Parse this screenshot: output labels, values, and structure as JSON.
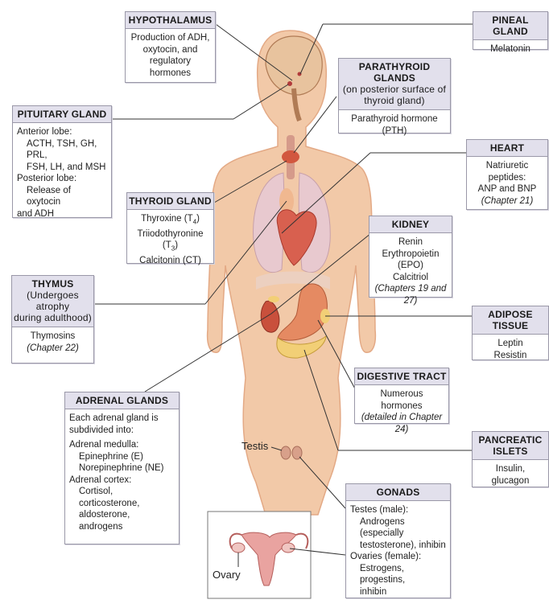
{
  "hypothalamus": {
    "title": "HYPOTHALAMUS",
    "lines": [
      "Production of ADH,",
      "oxytocin, and",
      "regulatory hormones"
    ]
  },
  "pineal": {
    "title": "PINEAL GLAND",
    "lines": [
      "Melatonin"
    ]
  },
  "parathyroid": {
    "title": "PARATHYROID GLANDS",
    "subtitle": [
      "(on posterior surface of",
      "thyroid gland)"
    ],
    "lines": [
      "Parathyroid hormone (PTH)"
    ]
  },
  "pituitary": {
    "title": "PITUITARY GLAND",
    "line1": "Anterior lobe:",
    "line2": "ACTH, TSH, GH, PRL,",
    "line3": "FSH, LH, and MSH",
    "line4": "Posterior lobe:",
    "line5": "Release of oxytocin",
    "line6": "and ADH"
  },
  "heart": {
    "title": "HEART",
    "line1": "Natriuretic peptides:",
    "line2": "ANP and BNP",
    "line3": "(Chapter 21)"
  },
  "thyroid": {
    "title": "THYROID GLAND",
    "t4_text": "Thyroxine (T",
    "t4_sub": "4",
    "t3_text": "Triiodothyronine (T",
    "t3_sub": "3",
    "close": ")",
    "line3": "Calcitonin (CT)"
  },
  "kidney": {
    "title": "KIDNEY",
    "line1": "Renin",
    "line2": "Erythropoietin (EPO)",
    "line3": "Calcitriol",
    "line4": "(Chapters 19 and 27)"
  },
  "thymus": {
    "title": "THYMUS",
    "subtitle": [
      "(Undergoes atrophy",
      "during adulthood)"
    ],
    "line1": "Thymosins",
    "line2": "(Chapter 22)"
  },
  "adipose": {
    "title": "ADIPOSE TISSUE",
    "line1": "Leptin",
    "line2": "Resistin"
  },
  "digestive": {
    "title": "DIGESTIVE TRACT",
    "line1": "Numerous hormones",
    "line2": "(detailed in Chapter 24)"
  },
  "adrenal": {
    "title": "ADRENAL GLANDS",
    "line1": "Each adrenal gland is",
    "line2": "subdivided into:",
    "line3": "Adrenal medulla:",
    "line4": "Epinephrine (E)",
    "line5": "Norepinephrine (NE)",
    "line6": "Adrenal cortex:",
    "line7": "Cortisol, corticosterone,",
    "line8": "aldosterone, androgens"
  },
  "pancreatic": {
    "title1": "PANCREATIC",
    "title2": "ISLETS",
    "line1": "Insulin, glucagon"
  },
  "gonads": {
    "title": "GONADS",
    "line1": "Testes (male):",
    "line2": "Androgens (especially",
    "line3": "testosterone), inhibin",
    "line4": "Ovaries (female):",
    "line5": "Estrogens, progestins,",
    "line6": "inhibin"
  },
  "labels": {
    "testis": "Testis",
    "ovary": "Ovary"
  },
  "colors": {
    "skin": "#f2c9a8",
    "skin_shadow": "#e3a985",
    "lung": "#e8c9cf",
    "heart": "#d8604f",
    "stomach": "#e58a62",
    "pancreas": "#f2cf76",
    "brain": "#e8c39e",
    "header_bg": "#e2e0ec",
    "line": "#333333"
  }
}
